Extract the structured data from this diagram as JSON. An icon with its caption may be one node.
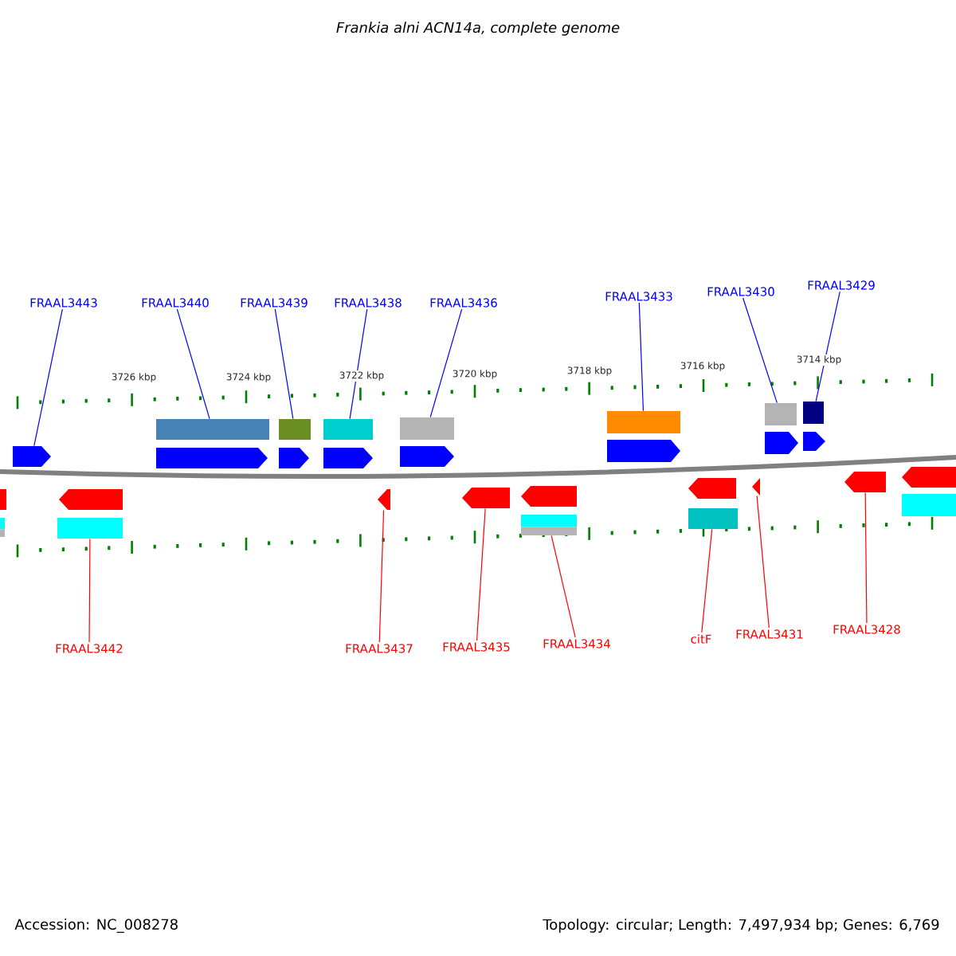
{
  "diagram": {
    "title": "Frankia alni ACN14a, complete genome",
    "nodes": [
      {
        "text": [
          "FRAAL3443"
        ]
      },
      {
        "text": [
          "FRAAL3440"
        ]
      },
      {
        "text": [
          "FRAAL3439"
        ]
      },
      {
        "text": [
          "FRAAL3438"
        ]
      },
      {
        "text": [
          "FRAAL3436"
        ]
      },
      {
        "text": [
          "FRAAL3433"
        ]
      },
      {
        "text": [
          "FRAAL3430"
        ]
      },
      {
        "text": [
          "FRAAL3429"
        ]
      },
      {
        "text": [
          "FRAAL3442"
        ]
      },
      {
        "text": [
          "FRAAL3437"
        ]
      },
      {
        "text": [
          "FRAAL3435"
        ]
      },
      {
        "text": [
          "FRAAL3434"
        ]
      },
      {
        "text": [
          "citF"
        ]
      },
      {
        "text": [
          "FRAAL3431"
        ]
      },
      {
        "text": [
          "FRAAL3428"
        ]
      },
      {
        "text": [],
        "shape": "arrow"
      },
      {
        "text": [],
        "shape": "box"
      },
      {
        "text": [],
        "shape": "box"
      },
      {
        "text": [],
        "shape": "box"
      },
      {
        "text": [],
        "shape": "box"
      },
      {
        "text": [],
        "shape": "box"
      },
      {
        "text": [],
        "shape": "box"
      },
      {
        "text": [],
        "shape": "box"
      },
      {
        "text": [],
        "shape": "box"
      },
      {
        "text": [],
        "shape": "arrow"
      },
      {
        "text": [],
        "shape": "arrow"
      },
      {
        "text": [],
        "shape": "box"
      },
      {
        "text": [],
        "shape": "box"
      },
      {
        "text": [],
        "shape": "arrow"
      },
      {
        "text": [],
        "shape": "arrow"
      },
      {
        "text": [],
        "shape": "arrow"
      },
      {
        "text": [],
        "shape": "box"
      },
      {
        "text": [],
        "shape": "arrow"
      },
      {
        "text": [],
        "shape": "arrow"
      },
      {
        "text": [],
        "shape": "arrow"
      },
      {
        "text": [],
        "shape": "arrow"
      },
      {
        "text": [],
        "shape": "arrow"
      },
      {
        "text": [],
        "shape": "arrow"
      },
      {
        "text": [],
        "shape": "arrow"
      },
      {
        "text": [],
        "shape": "arrow"
      },
      {
        "text": [],
        "shape": "arrow"
      },
      {
        "text": [],
        "shape": "arrow"
      },
      {
        "text": [],
        "shape": "arrow"
      },
      {
        "text": [],
        "shape": "box"
      }
    ],
    "edges": [
      {
        "from": 0,
        "to": 15,
        "arrow": "none"
      },
      {
        "from": 1,
        "to": 16,
        "arrow": "none"
      },
      {
        "from": 2,
        "to": 17,
        "arrow": "none"
      },
      {
        "from": 3,
        "to": 18,
        "arrow": "none"
      },
      {
        "from": 4,
        "to": 19,
        "arrow": "none"
      },
      {
        "from": 5,
        "to": 20,
        "arrow": "none"
      },
      {
        "from": 6,
        "to": 21,
        "arrow": "none"
      },
      {
        "from": 7,
        "to": 22,
        "arrow": "none"
      },
      {
        "from": 8,
        "to": 23,
        "arrow": "none",
        "color": "#ff0000"
      },
      {
        "from": 9,
        "to": 24,
        "arrow": "none",
        "color": "#ff0000"
      },
      {
        "from": 10,
        "to": 25,
        "arrow": "none",
        "color": "#ff0000"
      },
      {
        "from": 11,
        "to": 26,
        "arrow": "none",
        "color": "#ff0000"
      },
      {
        "from": 12,
        "to": 27,
        "arrow": "none",
        "color": "#ff0000"
      },
      {
        "from": 13,
        "to": 28,
        "arrow": "none",
        "color": "#ff0000"
      },
      {
        "from": 14,
        "to": 29,
        "arrow": "none",
        "color": "#ff0000"
      }
    ],
    "labels": [
      "3726 kbp",
      "3724 kbp",
      "3722 kbp",
      "3720 kbp",
      "3718 kbp",
      "3716 kbp",
      "3714 kbp",
      "Accession: NC_008278",
      "Topology: circular; Length: 7,497,934 bp; Genes: 6,769"
    ]
  }
}
